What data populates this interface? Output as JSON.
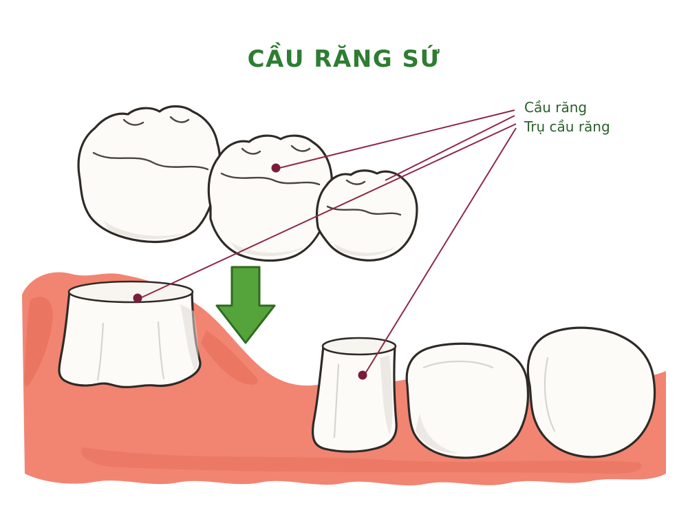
{
  "title": "CẦU RĂNG SỨ",
  "labels": {
    "bridge": "Cầu răng",
    "abutment": "Trụ cầu răng"
  },
  "colors": {
    "title_green": "#2E7D32",
    "label_green": "#285F2A",
    "arrow_green": "#55A33B",
    "arrow_outline": "#2F6B1F",
    "gum_pink": "#F28472",
    "gum_dark": "#E2654E",
    "tooth_white": "#FCFBF8",
    "tooth_outline": "#2F2A26",
    "leader_red": "#8E2747",
    "marker_dot": "#7C1C3B",
    "background": "#FFFFFF"
  }
}
